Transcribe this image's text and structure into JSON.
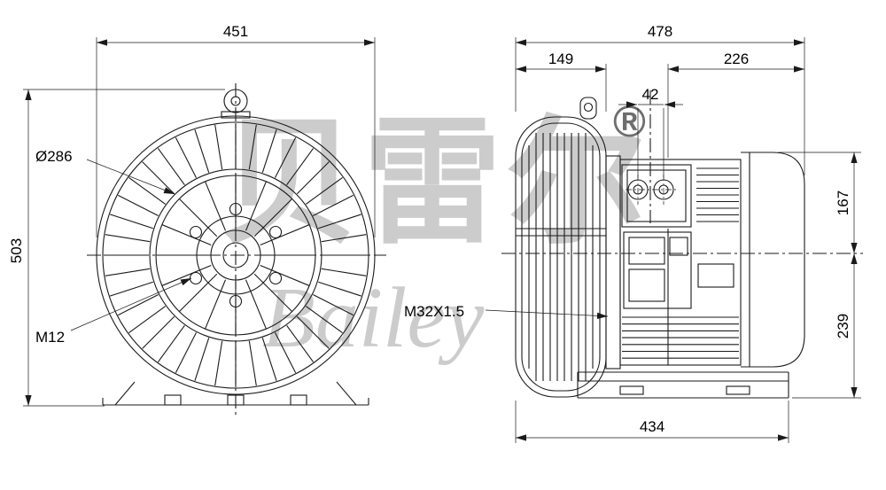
{
  "watermark": {
    "cn": "贝雷尔",
    "en": "Bailey",
    "registered": "®"
  },
  "front_view": {
    "width_dim": "451",
    "height_dim": "503",
    "diameter_label": "Ø286",
    "thread_label": "M12"
  },
  "side_view": {
    "overall_width_dim": "478",
    "left_section_dim": "149",
    "right_section_dim": "226",
    "port_spacing_dim": "42",
    "upper_height_dim": "167",
    "lower_height_dim": "239",
    "base_width_dim": "434",
    "cable_gland_label": "M32X1.5"
  },
  "colors": {
    "line": "#1a1a1a",
    "watermark": "#cccccc",
    "background": "#ffffff"
  }
}
